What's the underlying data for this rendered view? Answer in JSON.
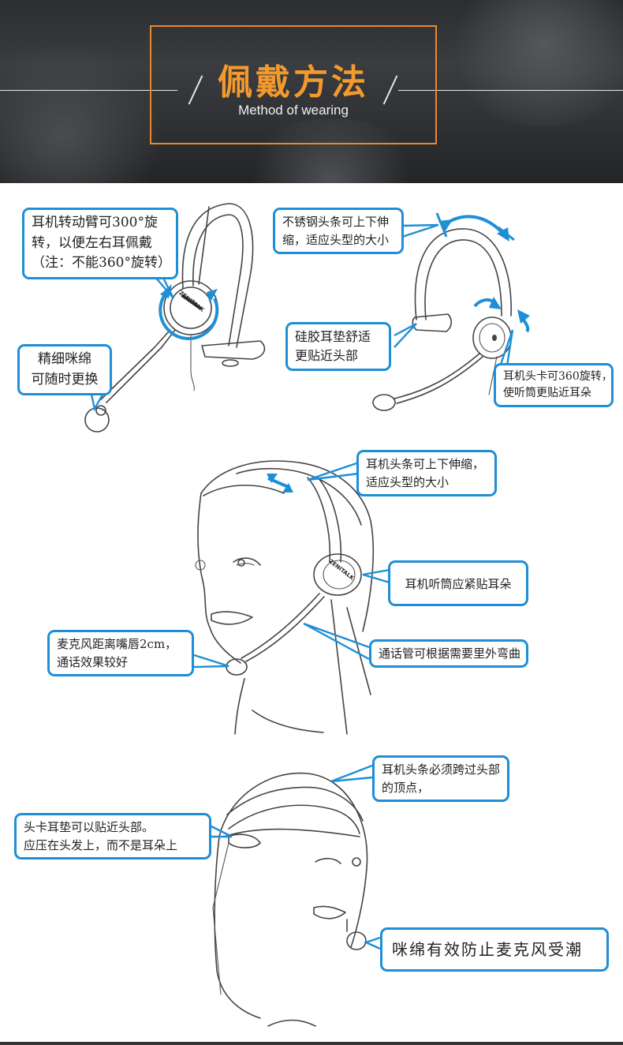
{
  "header": {
    "title_cn": "佩戴方法",
    "title_en": "Method of wearing"
  },
  "brand_label": "ZENITALK",
  "callouts": {
    "arm_rotation": [
      "耳机转动臂可300°旋",
      "转，以便左右耳佩戴",
      "（注：不能360°旋转）"
    ],
    "mic_foam": [
      "精细咪绵",
      "可随时更换"
    ],
    "steel_band": [
      "不锈钢头条可上下伸",
      "缩，适应头型的大小"
    ],
    "silicone_pad": [
      "硅胶耳垫舒适",
      "更贴近头部"
    ],
    "clip_rotation": [
      "耳机头卡可360旋转，",
      "使听筒更贴近耳朵"
    ],
    "band_adjust": [
      "耳机头条可上下伸缩，",
      "适应头型的大小"
    ],
    "earpiece": [
      "耳机听筒应紧贴耳朵"
    ],
    "mic_distance": [
      "麦克风距离嘴唇2cm，",
      "通话效果较好"
    ],
    "boom_bend": [
      "通话管可根据需要里外弯曲"
    ],
    "band_top": [
      "耳机头条必须跨过头部",
      "的顶点，"
    ],
    "head_pad": [
      "头卡耳垫可以贴近头部。",
      "应压在头发上，而不是耳朵上"
    ],
    "foam_protect": [
      "咪绵有效防止麦克风受潮"
    ]
  },
  "colors": {
    "accent_orange": "#f39a2e",
    "callout_blue": "#1e8fd6",
    "header_bg": "#2e3033"
  }
}
